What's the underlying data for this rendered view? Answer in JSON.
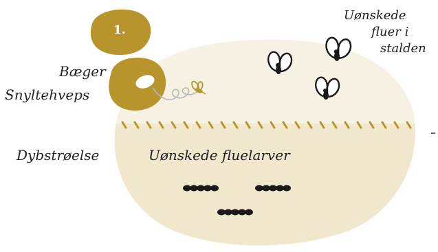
{
  "step_badge": "1.",
  "labels": {
    "cup": "Bæger",
    "parasitic_wasp": "Snyltehveps",
    "deep_litter": "Dybstrøelse",
    "fly_larvae": "Uønskede fluelarver",
    "flies_line1": "Uønskede",
    "flies_line2": "fluer i",
    "flies_line3": "stalden"
  },
  "colors": {
    "gold": "#b8952c",
    "cream_light": "#f4eedc",
    "cream_dark": "#efe6cc",
    "ink": "#1a1a1a"
  },
  "icons": {
    "fly": "fly-icon",
    "wasp": "wasp-icon",
    "larva": "larva-icon",
    "cup": "cup-icon"
  }
}
